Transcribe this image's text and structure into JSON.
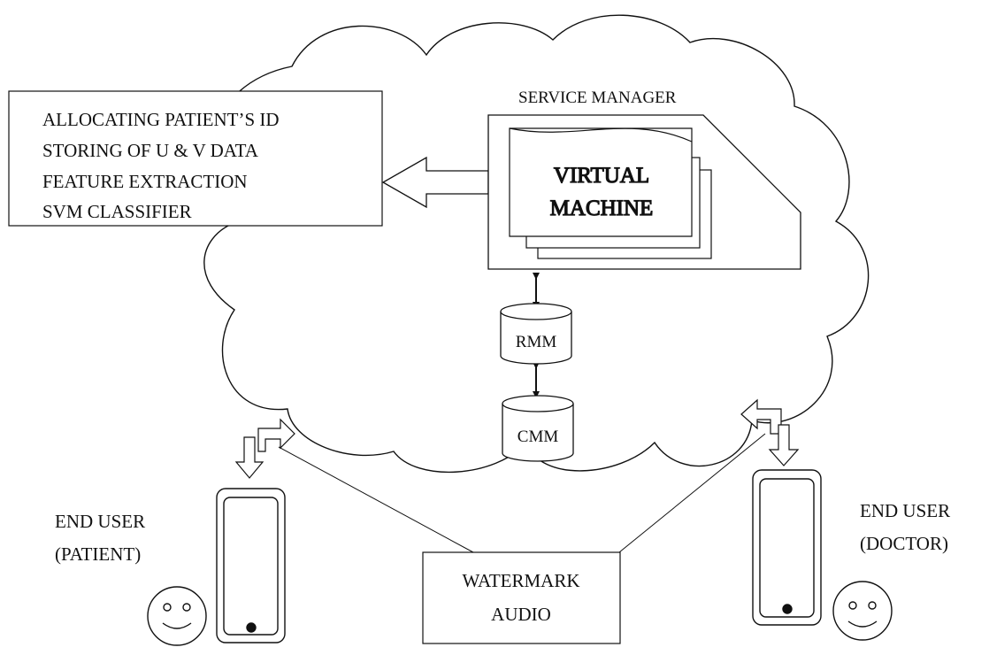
{
  "service_manager": {
    "title": "SERVICE MANAGER",
    "vm_lines": [
      "VIRTUAL",
      "MACHINE"
    ]
  },
  "functions_box": {
    "lines": [
      "ALLOCATING PATIENT’S ID",
      "STORING OF U & V DATA",
      "FEATURE EXTRACTION",
      "SVM CLASSIFIER"
    ]
  },
  "databases": {
    "rmm": "RMM",
    "cmm": "CMM"
  },
  "end_users": {
    "patient": [
      "END USER",
      "(PATIENT)"
    ],
    "doctor": [
      "END USER",
      "(DOCTOR)"
    ]
  },
  "watermark_box": {
    "lines": [
      "WATERMARK",
      "AUDIO"
    ]
  },
  "colors": {
    "stroke": "#111111",
    "background": "#ffffff"
  }
}
